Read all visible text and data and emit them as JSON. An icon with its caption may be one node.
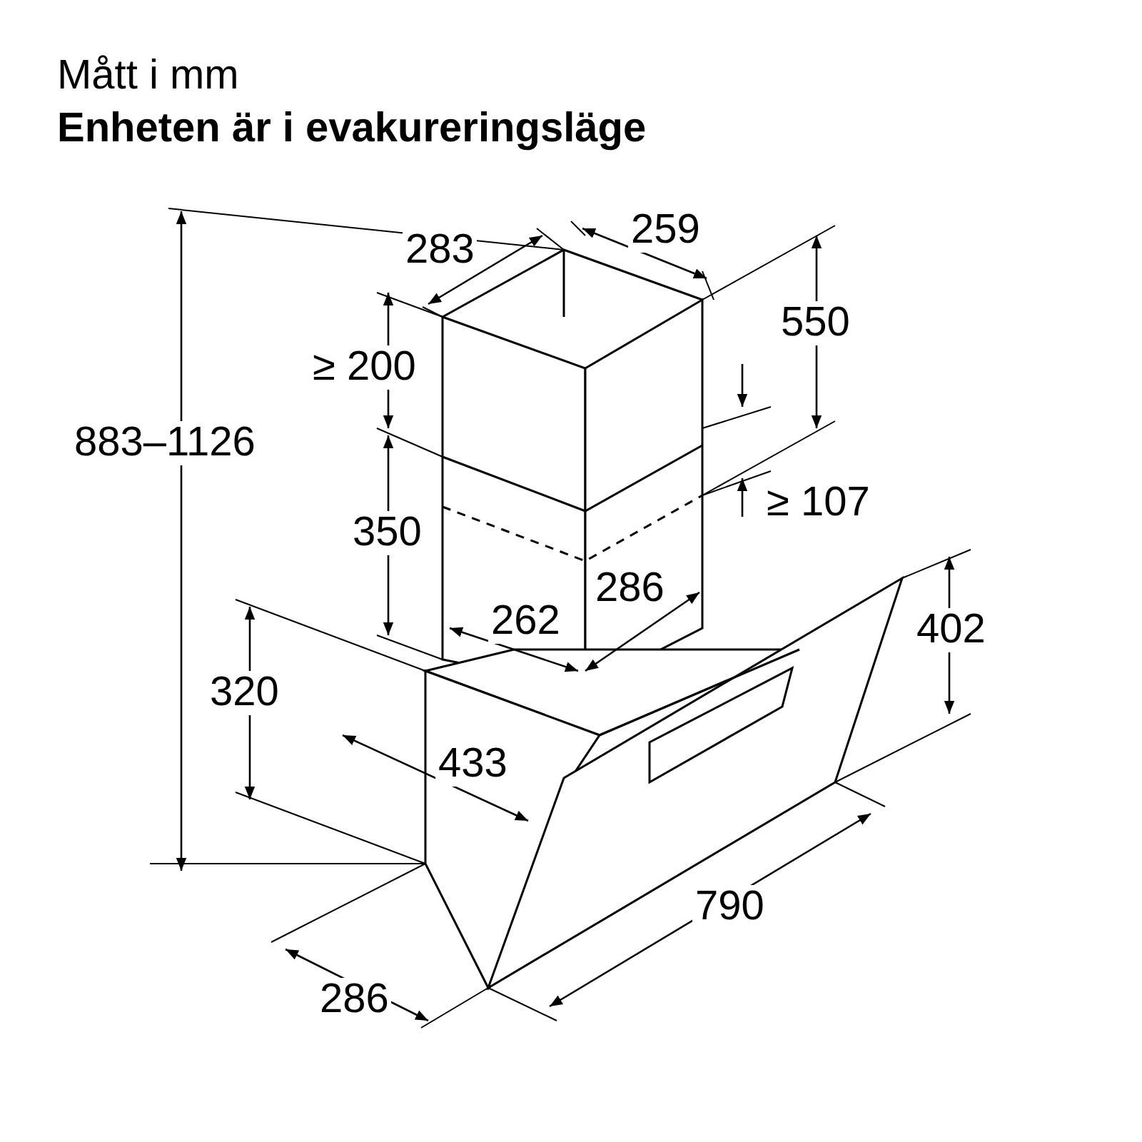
{
  "diagram": {
    "title": "Enheten är i evakureringsläge",
    "labels": [
      "Mått i mm",
      "283",
      "259",
      "≥ 200",
      "550",
      "883–1126",
      "350",
      "≥ 107",
      "402",
      "286",
      "262",
      "320",
      "433",
      "790",
      "286"
    ]
  }
}
